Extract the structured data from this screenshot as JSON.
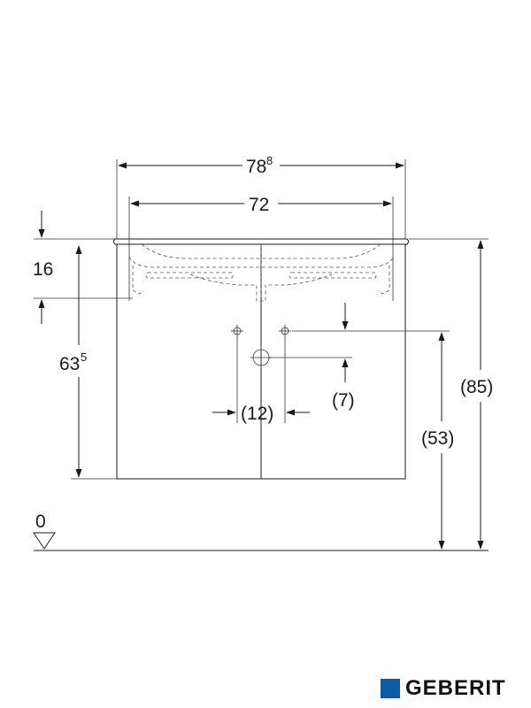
{
  "dimensions": {
    "overall_width": "78",
    "overall_width_sup": "8",
    "basin_width": "72",
    "top_thickness": "16",
    "cabinet_height": "63",
    "cabinet_height_sup": "5",
    "total_height": "(85)",
    "drain_height": "(53)",
    "drain_offset": "(7)",
    "pipe_spacing": "(12)",
    "floor_level": "0"
  },
  "brand": {
    "name": "GEBERIT",
    "color": "#0a5ca8"
  }
}
